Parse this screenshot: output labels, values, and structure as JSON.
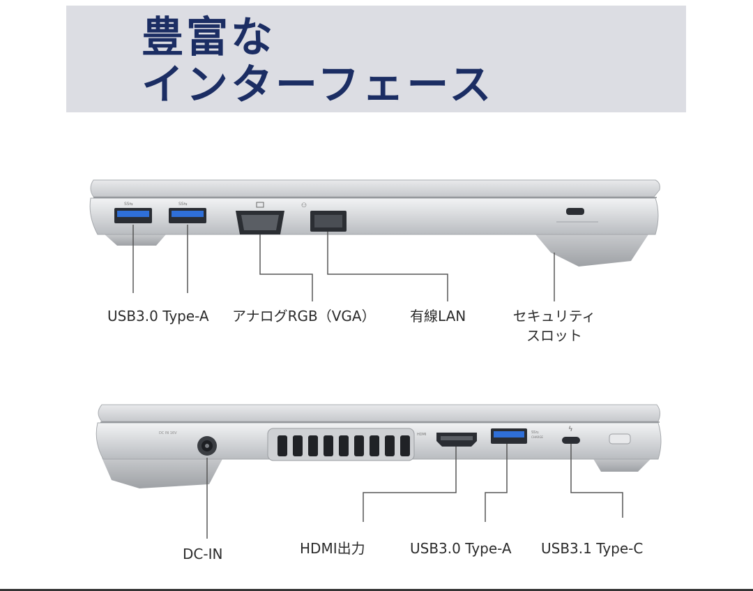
{
  "header": {
    "title_line1": "豊富な",
    "title_line2": "インターフェース"
  },
  "left_side": {
    "labels": {
      "usb_a": "USB3.0 Type-A",
      "vga": "アナログRGB（VGA）",
      "lan": "有線LAN",
      "security_line1": "セキュリティ",
      "security_line2": "スロット"
    }
  },
  "right_side": {
    "labels": {
      "dc_in": "DC-IN",
      "hdmi": "HDMI出力",
      "usb_a": "USB3.0 Type-A",
      "usb_c": "USB3.1 Type-C"
    }
  },
  "colors": {
    "banner_bg": "#dcdde3",
    "title": "#1b2d63",
    "usb_blue": "#2f6fd8",
    "chassis": "#d7d9dc"
  }
}
